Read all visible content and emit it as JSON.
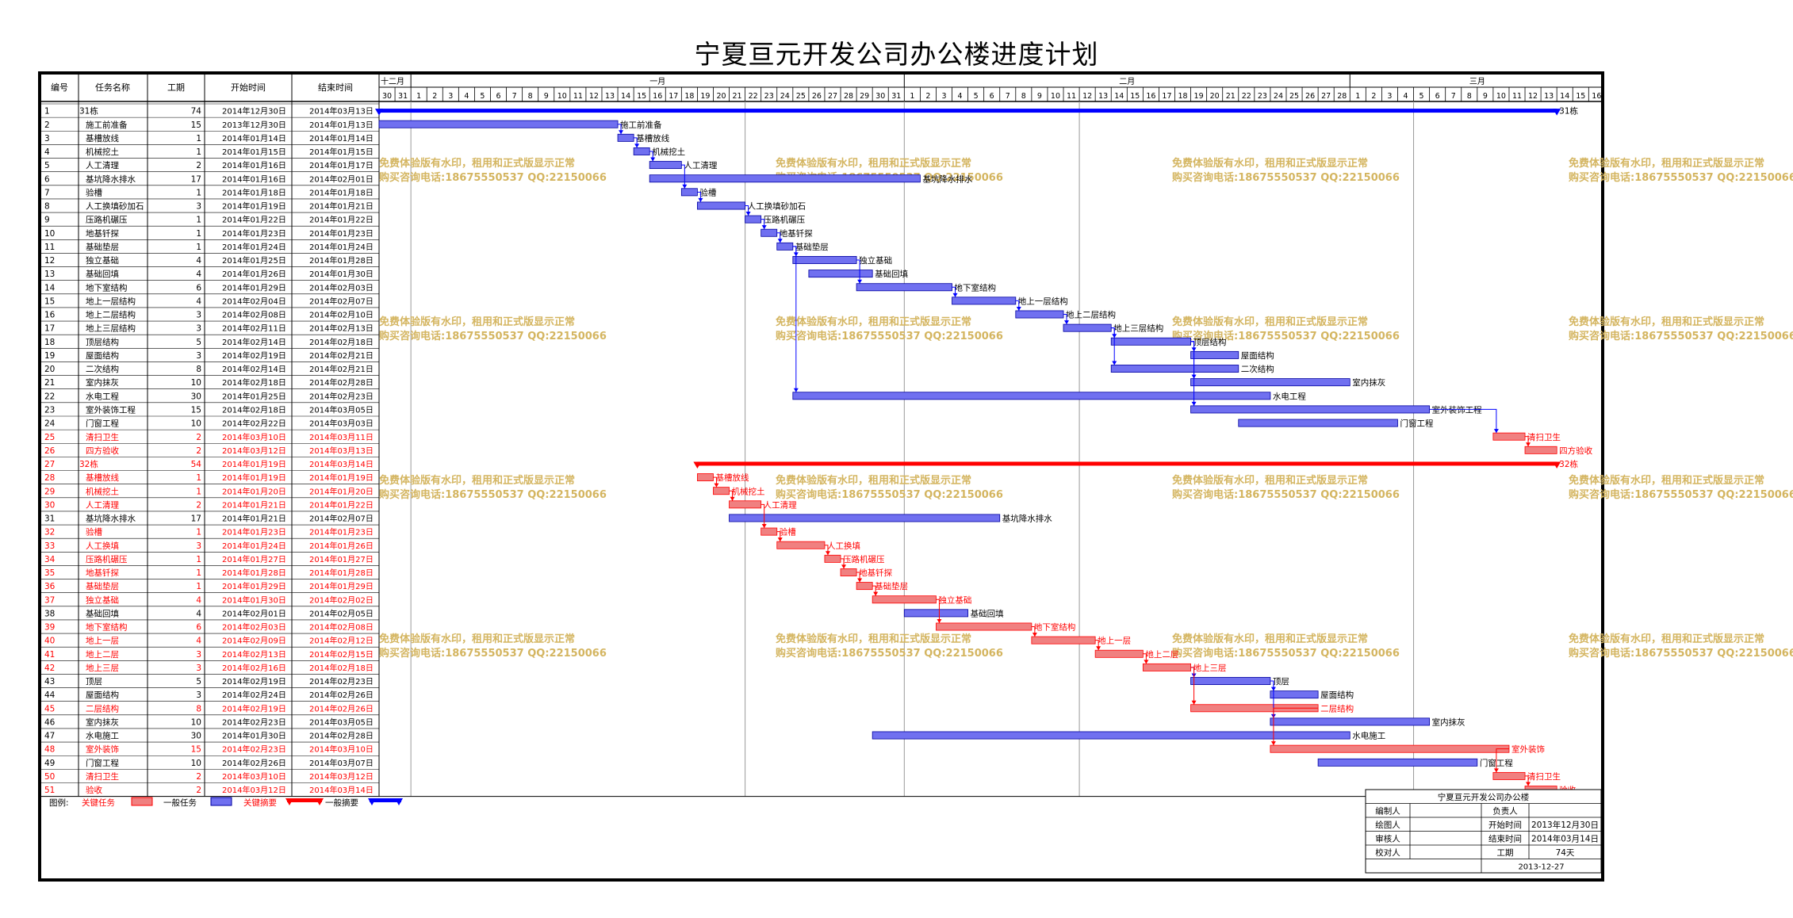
{
  "title": "宁夏亘元开发公司办公楼进度计划",
  "colors": {
    "critical": "#ff0000",
    "normal": "#0000ff",
    "bar_critical": "#f08080",
    "bar_normal": "#7070f0",
    "watermark": "#d4b560",
    "text_critical": "#ff0000",
    "text_normal": "#000000"
  },
  "table_headers": {
    "id": "编号",
    "name": "任务名称",
    "duration": "工期",
    "start": "开始时间",
    "end": "结束时间"
  },
  "timeline": {
    "month_labels": [
      "十二月",
      "一月",
      "二月",
      "三月"
    ],
    "day_labels": [
      "30",
      "31",
      "1",
      "2",
      "3",
      "4",
      "5",
      "6",
      "7",
      "8",
      "9",
      "10",
      "11",
      "12",
      "13",
      "14",
      "15",
      "16",
      "17",
      "18",
      "19",
      "20",
      "21",
      "22",
      "23",
      "24",
      "25",
      "26",
      "27",
      "28",
      "29",
      "30",
      "31",
      "1",
      "2",
      "3",
      "4",
      "5",
      "6",
      "7",
      "8",
      "9",
      "10",
      "11",
      "12",
      "13",
      "14",
      "15",
      "16",
      "17",
      "18",
      "19",
      "20",
      "21",
      "22",
      "23",
      "24",
      "25",
      "26",
      "27",
      "28",
      "1",
      "2",
      "3",
      "4",
      "5",
      "6",
      "7",
      "8",
      "9",
      "10",
      "11",
      "12",
      "13",
      "14",
      "15",
      "16"
    ],
    "start_date": "2013-12-30"
  },
  "watermark": {
    "line1": "免费体验版有水印，租用和正式版显示正常",
    "line2": "购买咨询电话:18675550537 QQ:22150066"
  },
  "legend": {
    "label": "图例:",
    "critical_task": "关键任务",
    "normal_task": "一般任务",
    "critical_summary": "关键摘要",
    "normal_summary": "一般摘要"
  },
  "info_box": {
    "title": "宁夏亘元开发公司办公楼",
    "rows": [
      [
        "编制人",
        "",
        "负责人",
        ""
      ],
      [
        "绘图人",
        "",
        "开始时间",
        "2013年12月30日"
      ],
      [
        "审核人",
        "",
        "结束时间",
        "2014年03月14日"
      ],
      [
        "校对人",
        "",
        "工期",
        "74天"
      ]
    ],
    "date": "2013-12-27"
  },
  "chart_data": {
    "type": "gantt",
    "tasks": [
      {
        "id": "1",
        "name": "31栋",
        "duration": "74",
        "start": "2014年12月30日",
        "end": "2014年03月13日",
        "critical": false,
        "summary": true,
        "level": 0
      },
      {
        "id": "2",
        "name": "施工前准备",
        "duration": "15",
        "start": "2013年12月30日",
        "end": "2014年01月13日",
        "critical": false,
        "level": 1
      },
      {
        "id": "3",
        "name": "基槽放线",
        "duration": "1",
        "start": "2014年01月14日",
        "end": "2014年01月14日",
        "critical": false,
        "level": 1
      },
      {
        "id": "4",
        "name": "机械挖土",
        "duration": "1",
        "start": "2014年01月15日",
        "end": "2014年01月15日",
        "critical": false,
        "level": 1
      },
      {
        "id": "5",
        "name": "人工清理",
        "duration": "2",
        "start": "2014年01月16日",
        "end": "2014年01月17日",
        "critical": false,
        "level": 1
      },
      {
        "id": "6",
        "name": "基坑降水排水",
        "duration": "17",
        "start": "2014年01月16日",
        "end": "2014年02月01日",
        "critical": false,
        "level": 1
      },
      {
        "id": "7",
        "name": "验槽",
        "duration": "1",
        "start": "2014年01月18日",
        "end": "2014年01月18日",
        "critical": false,
        "level": 1
      },
      {
        "id": "8",
        "name": "人工换填砂加石",
        "duration": "3",
        "start": "2014年01月19日",
        "end": "2014年01月21日",
        "critical": false,
        "level": 1
      },
      {
        "id": "9",
        "name": "压路机碾压",
        "duration": "1",
        "start": "2014年01月22日",
        "end": "2014年01月22日",
        "critical": false,
        "level": 1
      },
      {
        "id": "10",
        "name": "地基钎探",
        "duration": "1",
        "start": "2014年01月23日",
        "end": "2014年01月23日",
        "critical": false,
        "level": 1
      },
      {
        "id": "11",
        "name": "基础垫层",
        "duration": "1",
        "start": "2014年01月24日",
        "end": "2014年01月24日",
        "critical": false,
        "level": 1
      },
      {
        "id": "12",
        "name": "独立基础",
        "duration": "4",
        "start": "2014年01月25日",
        "end": "2014年01月28日",
        "critical": false,
        "level": 1
      },
      {
        "id": "13",
        "name": "基础回填",
        "duration": "4",
        "start": "2014年01月26日",
        "end": "2014年01月30日",
        "critical": false,
        "level": 1
      },
      {
        "id": "14",
        "name": "地下室结构",
        "duration": "6",
        "start": "2014年01月29日",
        "end": "2014年02月03日",
        "critical": false,
        "level": 1
      },
      {
        "id": "15",
        "name": "地上一层结构",
        "duration": "4",
        "start": "2014年02月04日",
        "end": "2014年02月07日",
        "critical": false,
        "level": 1
      },
      {
        "id": "16",
        "name": "地上二层结构",
        "duration": "3",
        "start": "2014年02月08日",
        "end": "2014年02月10日",
        "critical": false,
        "level": 1
      },
      {
        "id": "17",
        "name": "地上三层结构",
        "duration": "3",
        "start": "2014年02月11日",
        "end": "2014年02月13日",
        "critical": false,
        "level": 1
      },
      {
        "id": "18",
        "name": "顶层结构",
        "duration": "5",
        "start": "2014年02月14日",
        "end": "2014年02月18日",
        "critical": false,
        "level": 1
      },
      {
        "id": "19",
        "name": "屋面结构",
        "duration": "3",
        "start": "2014年02月19日",
        "end": "2014年02月21日",
        "critical": false,
        "level": 1
      },
      {
        "id": "20",
        "name": "二次结构",
        "duration": "8",
        "start": "2014年02月14日",
        "end": "2014年02月21日",
        "critical": false,
        "level": 1
      },
      {
        "id": "21",
        "name": "室内抹灰",
        "duration": "10",
        "start": "2014年02月18日",
        "end": "2014年02月28日",
        "critical": false,
        "level": 1
      },
      {
        "id": "22",
        "name": "水电工程",
        "duration": "30",
        "start": "2014年01月25日",
        "end": "2014年02月23日",
        "critical": false,
        "level": 1
      },
      {
        "id": "23",
        "name": "室外装饰工程",
        "duration": "15",
        "start": "2014年02月18日",
        "end": "2014年03月05日",
        "critical": false,
        "level": 1
      },
      {
        "id": "24",
        "name": "门窗工程",
        "duration": "10",
        "start": "2014年02月22日",
        "end": "2014年03月03日",
        "critical": false,
        "level": 1
      },
      {
        "id": "25",
        "name": "清扫卫生",
        "duration": "2",
        "start": "2014年03月10日",
        "end": "2014年03月11日",
        "critical": true,
        "level": 1
      },
      {
        "id": "26",
        "name": "四方验收",
        "duration": "2",
        "start": "2014年03月12日",
        "end": "2014年03月13日",
        "critical": true,
        "level": 1
      },
      {
        "id": "27",
        "name": "32栋",
        "duration": "54",
        "start": "2014年01月19日",
        "end": "2014年03月14日",
        "critical": true,
        "summary": true,
        "level": 0
      },
      {
        "id": "28",
        "name": "基槽放线",
        "duration": "1",
        "start": "2014年01月19日",
        "end": "2014年01月19日",
        "critical": true,
        "level": 1
      },
      {
        "id": "29",
        "name": "机械挖土",
        "duration": "1",
        "start": "2014年01月20日",
        "end": "2014年01月20日",
        "critical": true,
        "level": 1
      },
      {
        "id": "30",
        "name": "人工清理",
        "duration": "2",
        "start": "2014年01月21日",
        "end": "2014年01月22日",
        "critical": true,
        "level": 1
      },
      {
        "id": "31",
        "name": "基坑降水排水",
        "duration": "17",
        "start": "2014年01月21日",
        "end": "2014年02月07日",
        "critical": false,
        "level": 1
      },
      {
        "id": "32",
        "name": "验槽",
        "duration": "1",
        "start": "2014年01月23日",
        "end": "2014年01月23日",
        "critical": true,
        "level": 1
      },
      {
        "id": "33",
        "name": "人工换填",
        "duration": "3",
        "start": "2014年01月24日",
        "end": "2014年01月26日",
        "critical": true,
        "level": 1
      },
      {
        "id": "34",
        "name": "压路机碾压",
        "duration": "1",
        "start": "2014年01月27日",
        "end": "2014年01月27日",
        "critical": true,
        "level": 1
      },
      {
        "id": "35",
        "name": "地基钎探",
        "duration": "1",
        "start": "2014年01月28日",
        "end": "2014年01月28日",
        "critical": true,
        "level": 1
      },
      {
        "id": "36",
        "name": "基础垫层",
        "duration": "1",
        "start": "2014年01月29日",
        "end": "2014年01月29日",
        "critical": true,
        "level": 1
      },
      {
        "id": "37",
        "name": "独立基础",
        "duration": "4",
        "start": "2014年01月30日",
        "end": "2014年02月02日",
        "critical": true,
        "level": 1
      },
      {
        "id": "38",
        "name": "基础回填",
        "duration": "4",
        "start": "2014年02月01日",
        "end": "2014年02月05日",
        "critical": false,
        "level": 1
      },
      {
        "id": "39",
        "name": "地下室结构",
        "duration": "6",
        "start": "2014年02月03日",
        "end": "2014年02月08日",
        "critical": true,
        "level": 1
      },
      {
        "id": "40",
        "name": "地上一层",
        "duration": "4",
        "start": "2014年02月09日",
        "end": "2014年02月12日",
        "critical": true,
        "level": 1
      },
      {
        "id": "41",
        "name": "地上二层",
        "duration": "3",
        "start": "2014年02月13日",
        "end": "2014年02月15日",
        "critical": true,
        "level": 1
      },
      {
        "id": "42",
        "name": "地上三层",
        "duration": "3",
        "start": "2014年02月16日",
        "end": "2014年02月18日",
        "critical": true,
        "level": 1
      },
      {
        "id": "43",
        "name": "顶层",
        "duration": "5",
        "start": "2014年02月19日",
        "end": "2014年02月23日",
        "critical": false,
        "level": 1
      },
      {
        "id": "44",
        "name": "屋面结构",
        "duration": "3",
        "start": "2014年02月24日",
        "end": "2014年02月26日",
        "critical": false,
        "level": 1
      },
      {
        "id": "45",
        "name": "二层结构",
        "duration": "8",
        "start": "2014年02月19日",
        "end": "2014年02月26日",
        "critical": true,
        "level": 1
      },
      {
        "id": "46",
        "name": "室内抹灰",
        "duration": "10",
        "start": "2014年02月23日",
        "end": "2014年03月05日",
        "critical": false,
        "level": 1
      },
      {
        "id": "47",
        "name": "水电施工",
        "duration": "30",
        "start": "2014年01月30日",
        "end": "2014年02月28日",
        "critical": false,
        "level": 1
      },
      {
        "id": "48",
        "name": "室外装饰",
        "duration": "15",
        "start": "2014年02月23日",
        "end": "2014年03月10日",
        "critical": true,
        "level": 1
      },
      {
        "id": "49",
        "name": "门窗工程",
        "duration": "10",
        "start": "2014年02月26日",
        "end": "2014年03月07日",
        "critical": false,
        "level": 1
      },
      {
        "id": "50",
        "name": "清扫卫生",
        "duration": "2",
        "start": "2014年03月10日",
        "end": "2014年03月12日",
        "critical": true,
        "level": 1
      },
      {
        "id": "51",
        "name": "验收",
        "duration": "2",
        "start": "2014年03月12日",
        "end": "2014年03月14日",
        "critical": true,
        "level": 1
      }
    ],
    "bars": [
      [
        0,
        74
      ],
      [
        0,
        15
      ],
      [
        15,
        16
      ],
      [
        16,
        17
      ],
      [
        17,
        19
      ],
      [
        17,
        34
      ],
      [
        19,
        20
      ],
      [
        20,
        23
      ],
      [
        23,
        24
      ],
      [
        24,
        25
      ],
      [
        25,
        26
      ],
      [
        26,
        30
      ],
      [
        27,
        31
      ],
      [
        30,
        36
      ],
      [
        36,
        40
      ],
      [
        40,
        43
      ],
      [
        43,
        46
      ],
      [
        46,
        51
      ],
      [
        51,
        54
      ],
      [
        46,
        54
      ],
      [
        51,
        61
      ],
      [
        26,
        56
      ],
      [
        51,
        66
      ],
      [
        54,
        64
      ],
      [
        70,
        72
      ],
      [
        72,
        74
      ],
      [
        20,
        74
      ],
      [
        20,
        21
      ],
      [
        21,
        22
      ],
      [
        22,
        24
      ],
      [
        22,
        39
      ],
      [
        24,
        25
      ],
      [
        25,
        28
      ],
      [
        28,
        29
      ],
      [
        29,
        30
      ],
      [
        30,
        31
      ],
      [
        31,
        35
      ],
      [
        33,
        37
      ],
      [
        35,
        41
      ],
      [
        41,
        45
      ],
      [
        45,
        48
      ],
      [
        48,
        51
      ],
      [
        51,
        56
      ],
      [
        56,
        59
      ],
      [
        51,
        59
      ],
      [
        56,
        66
      ],
      [
        31,
        61
      ],
      [
        56,
        71
      ],
      [
        59,
        69
      ],
      [
        70,
        72
      ],
      [
        72,
        74
      ]
    ],
    "bar_labels": [
      "31栋",
      "施工前准备",
      "基槽放线",
      "机械挖土",
      "人工清理",
      "基坑降水排水",
      "验槽",
      "人工换填砂加石",
      "压路机碾压",
      "地基钎探",
      "基础垫层",
      "独立基础",
      "基础回填",
      "地下室结构",
      "地上一层结构",
      "地上二层结构",
      "地上三层结构",
      "顶层结构",
      "屋面结构",
      "二次结构",
      "室内抹灰",
      "水电工程",
      "室外装饰工程",
      "门窗工程",
      "清扫卫生",
      "四方验收",
      "32栋",
      "基槽放线",
      "机械挖土",
      "人工清理",
      "基坑降水排水",
      "验槽",
      "人工换填",
      "压路机碾压",
      "地基钎探",
      "基础垫层",
      "独立基础",
      "基础回填",
      "地下室结构",
      "地上一层",
      "地上二层",
      "地上三层",
      "顶层",
      "屋面结构",
      "二层结构",
      "室内抹灰",
      "水电施工",
      "室外装饰",
      "门窗工程",
      "清扫卫生",
      "验收"
    ]
  }
}
